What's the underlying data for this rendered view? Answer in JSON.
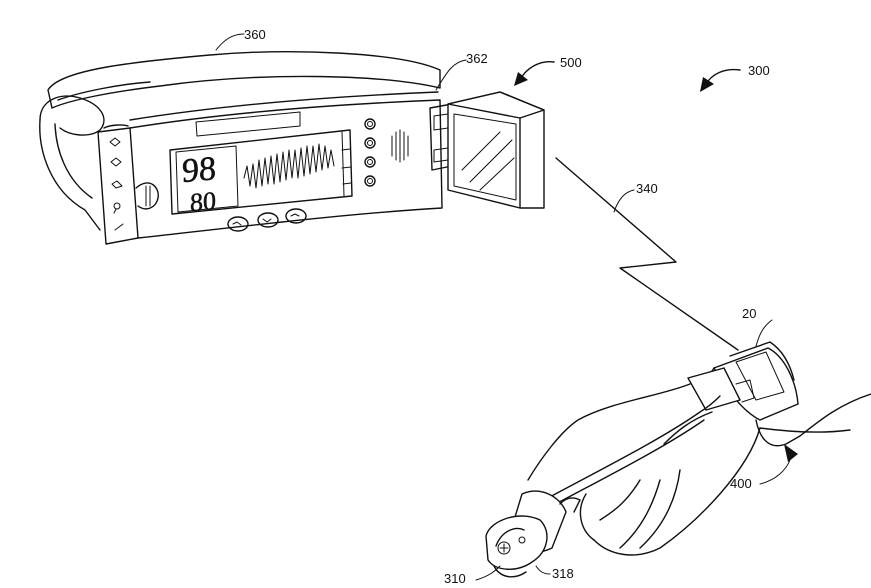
{
  "labels": {
    "l360": "360",
    "l362": "362",
    "l500": "500",
    "l300": "300",
    "l340": "340",
    "l20": "20",
    "l400": "400",
    "l310": "310",
    "l318": "318"
  },
  "monitor": {
    "spo2_value": "98",
    "pulse_value": "80"
  }
}
